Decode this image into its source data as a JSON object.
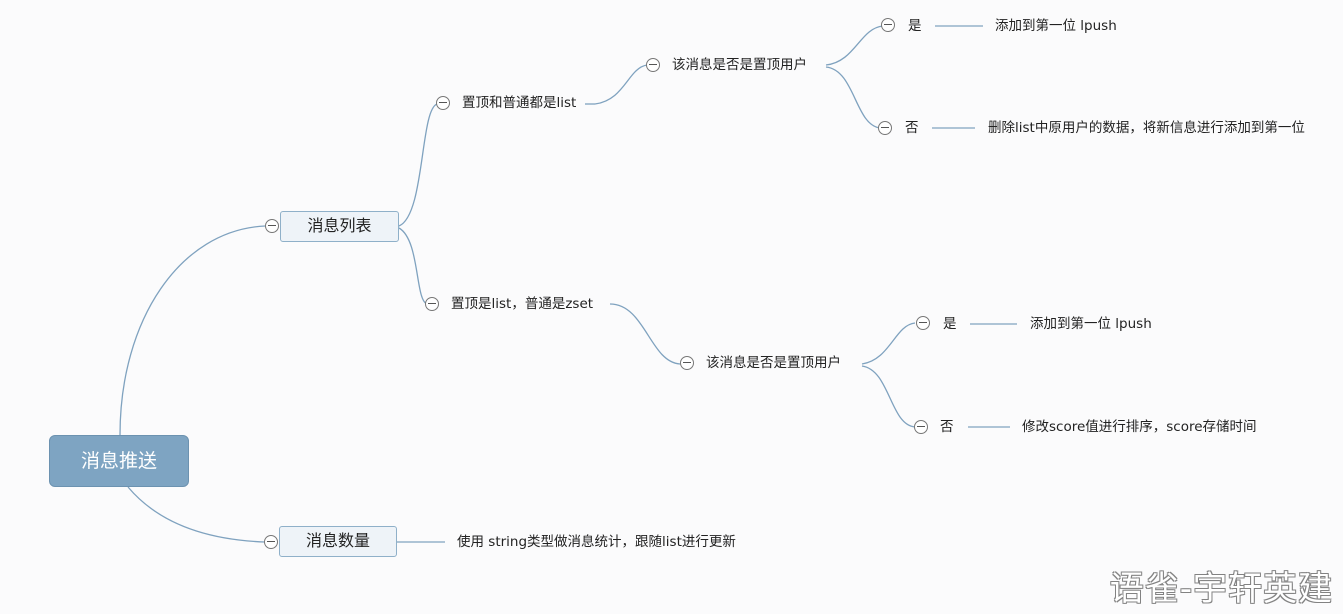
{
  "root": {
    "label": "消息推送"
  },
  "branches": {
    "list": {
      "label": "消息列表",
      "option_a": {
        "label": "置顶和普通都是list",
        "question": "该消息是否是置顶用户",
        "yes": {
          "label": "是",
          "action": "添加到第一位 lpush"
        },
        "no": {
          "label": "否",
          "action": "删除list中原用户的数据，将新信息进行添加到第一位"
        }
      },
      "option_b": {
        "label": "置顶是list，普通是zset",
        "question": "该消息是否是置顶用户",
        "yes": {
          "label": "是",
          "action": "添加到第一位 lpush"
        },
        "no": {
          "label": "否",
          "action": "修改score值进行排序，score存储时间"
        }
      }
    },
    "count": {
      "label": "消息数量",
      "detail": "使用 string类型做消息统计，跟随list进行更新"
    }
  },
  "watermark": "语雀-宇轩英建"
}
